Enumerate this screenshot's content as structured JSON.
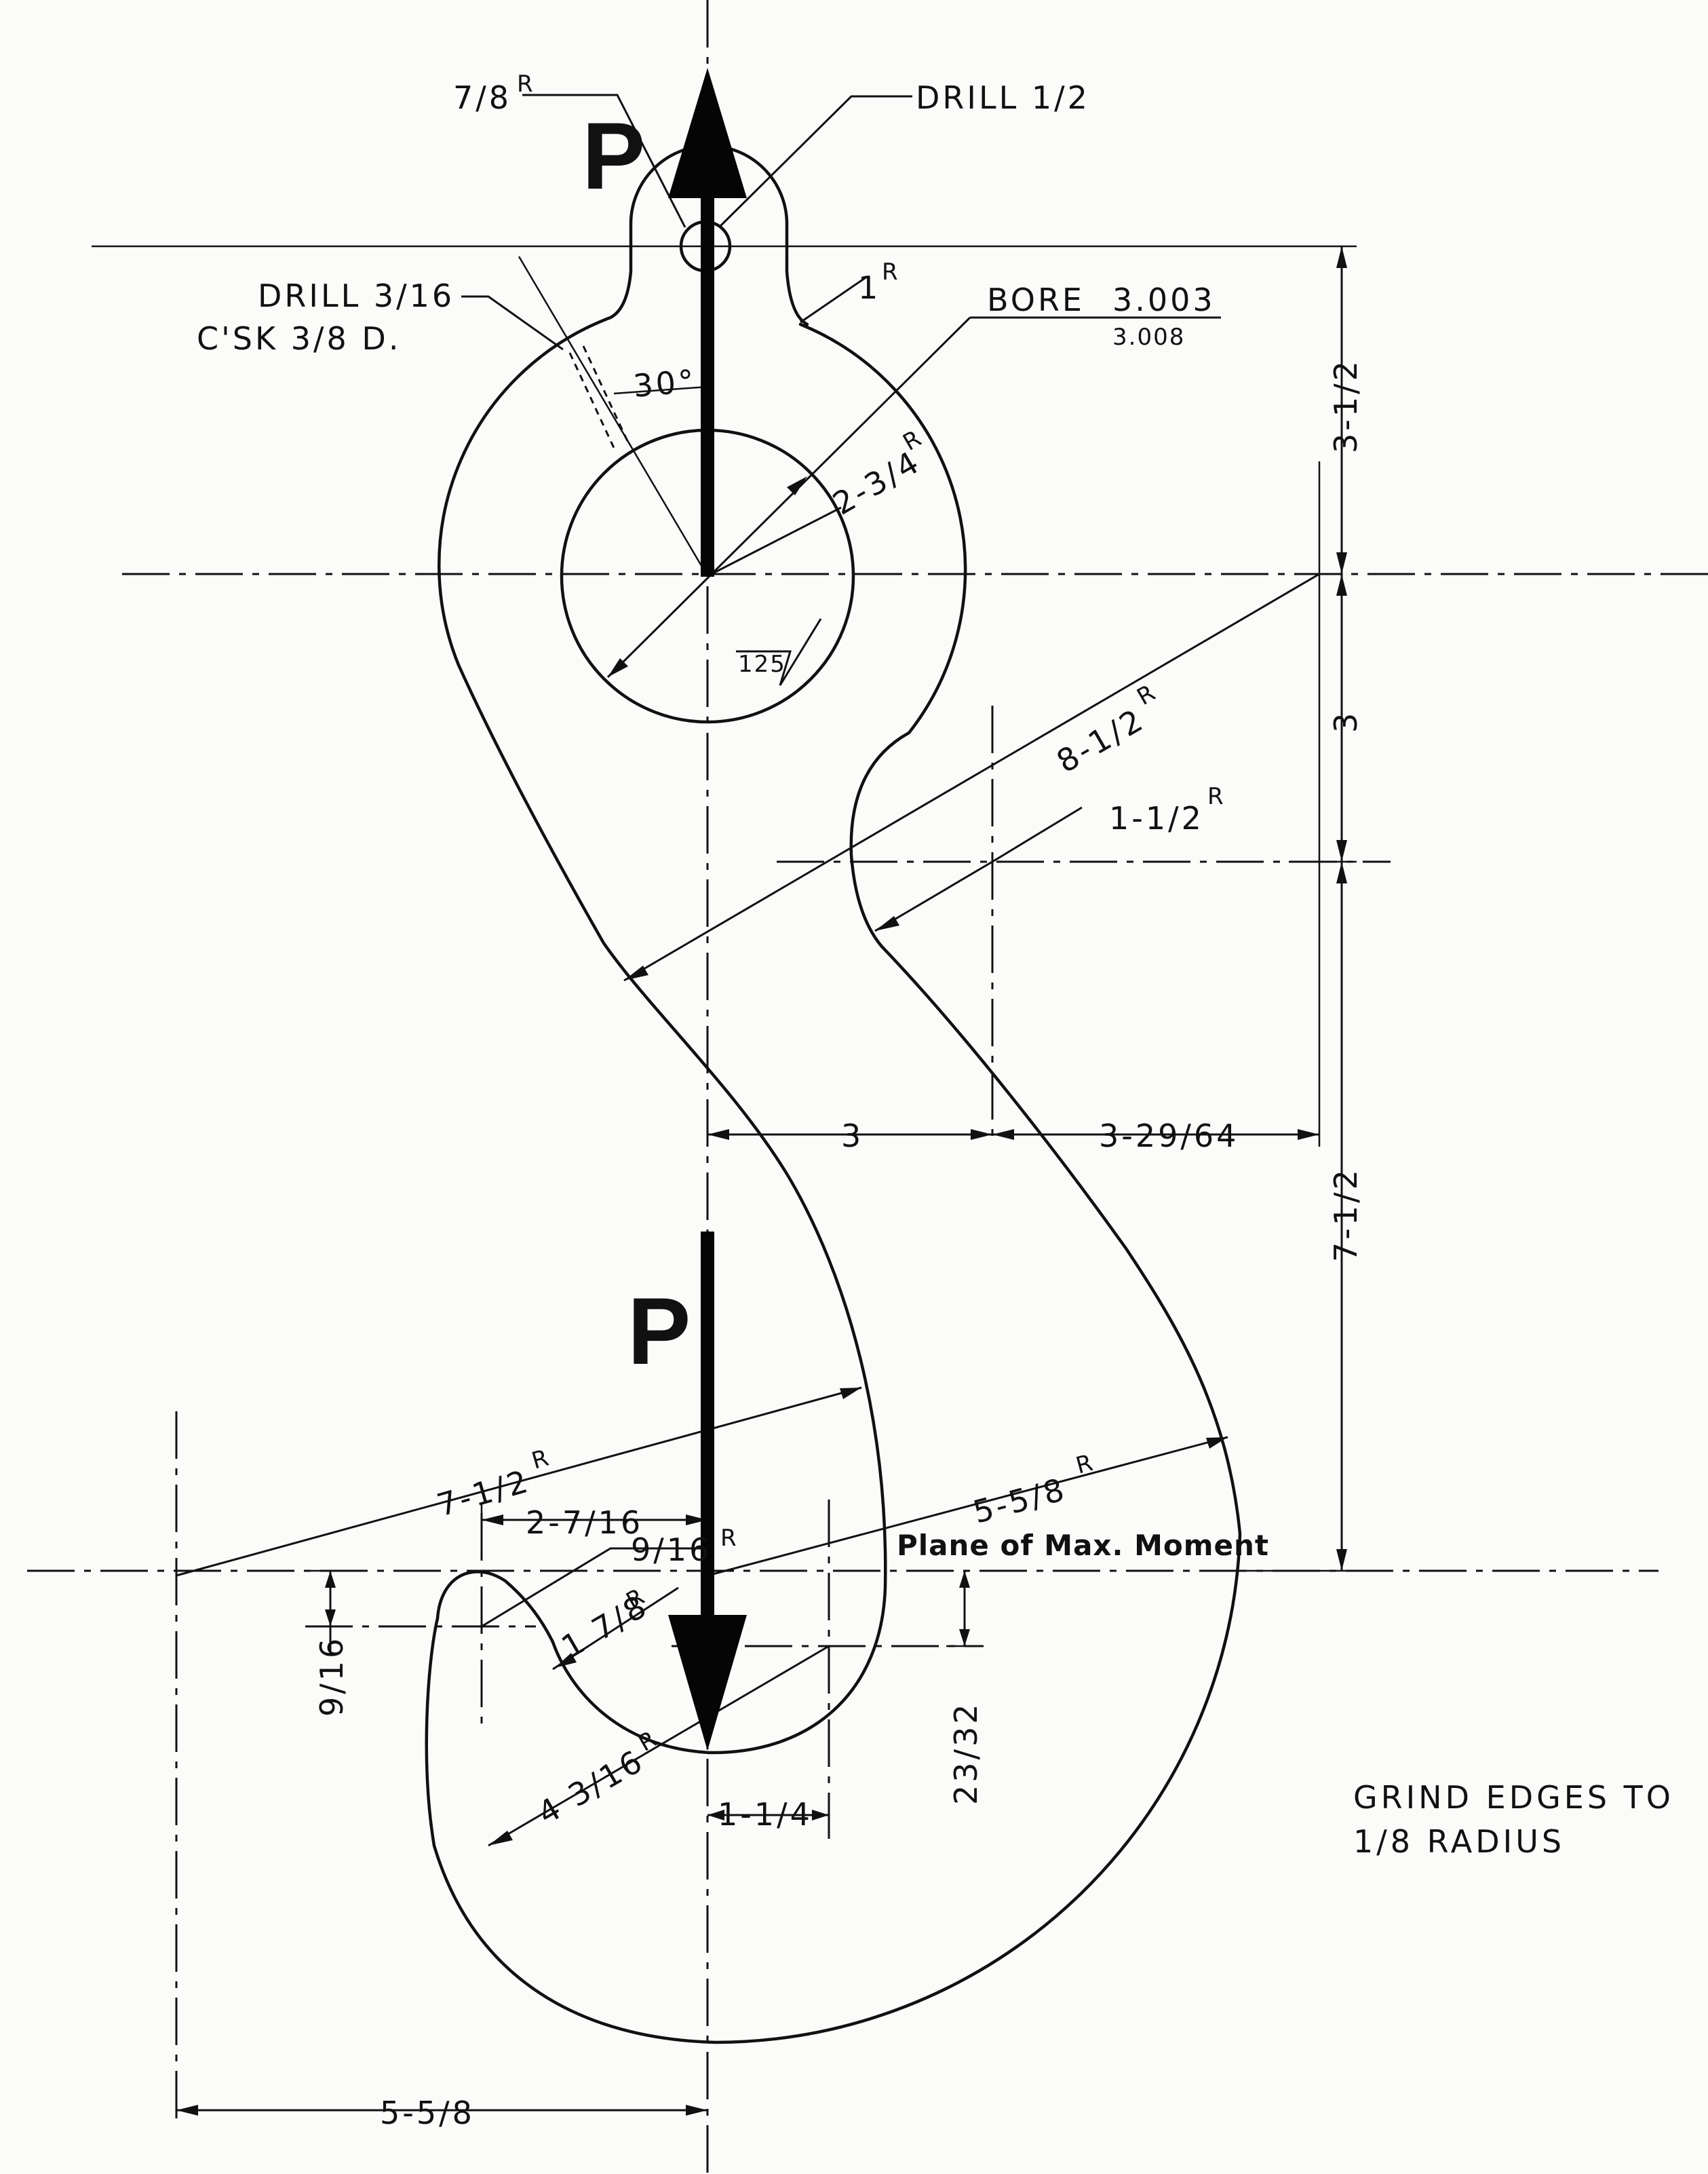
{
  "force": {
    "label_top": "P",
    "label_bottom": "P"
  },
  "notes": {
    "drill_small": "DRILL 3/16",
    "countersink": "C'SK 3/8 D.",
    "drill_half": "DRILL 1/2",
    "bore": "BORE",
    "bore_upper": "3.003",
    "bore_lower": "3.008",
    "grind_line1": "GRIND EDGES TO",
    "grind_line2": "1/8 RADIUS",
    "plane": "Plane of Max. Moment",
    "finish": "125"
  },
  "radii": {
    "eye_top": "7/8",
    "fillet": "1",
    "eye_bore": "2-3/4",
    "back": "8-1/2",
    "neck": "1-1/2",
    "inner_throat": "7-1/2",
    "outer_hook": "5-5/8",
    "tip": "9/16",
    "tip_inner": "1 7/8",
    "bowl": "4 3/16",
    "r_sup": "R"
  },
  "angles": {
    "drill": "30°"
  },
  "dimensions": {
    "top_vertical": "3-1/2",
    "mid_vertical": "3",
    "long_vertical": "7-1/2",
    "offset_left": "3",
    "offset_right": "3-29/64",
    "tip_offset": "2-7/16",
    "tip_drop": "9/16",
    "bowl_drop": "23/32",
    "bowl_offset": "1-1/4",
    "bottom_width": "5-5/8"
  }
}
